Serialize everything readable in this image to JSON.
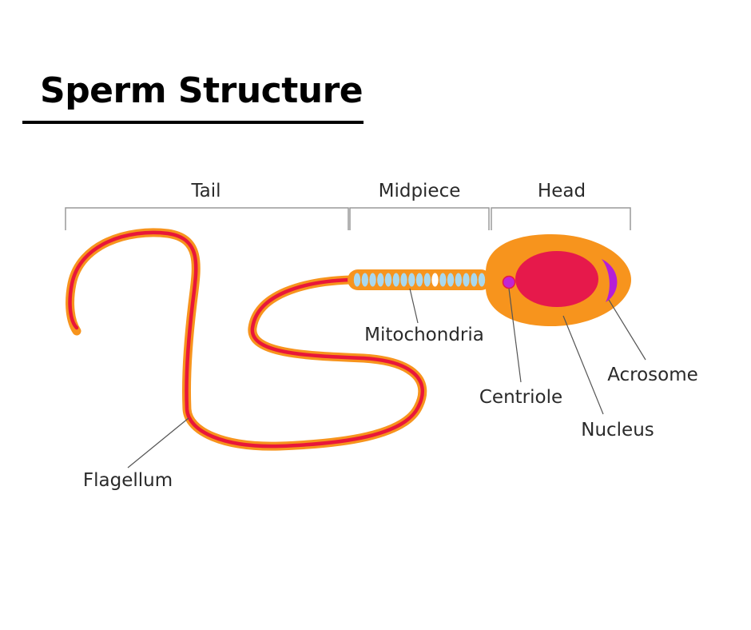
{
  "title": "Sperm Structure",
  "sections": {
    "tail": "Tail",
    "midpiece": "Midpiece",
    "head": "Head"
  },
  "parts": {
    "mitochondria": "Mitochondria",
    "flagellum": "Flagellum",
    "centriole": "Centriole",
    "nucleus": "Nucleus",
    "acrosome": "Acrosome"
  },
  "colors": {
    "outer_body": "#f7941d",
    "flagellum_core": "#e8173a",
    "nucleus": "#e6194b",
    "acrosome": "#b51ed6",
    "centriole": "#c026d3",
    "mitochondria": "#a9d8ee",
    "bracket": "#9a9a9a",
    "leader_line": "#555555"
  }
}
